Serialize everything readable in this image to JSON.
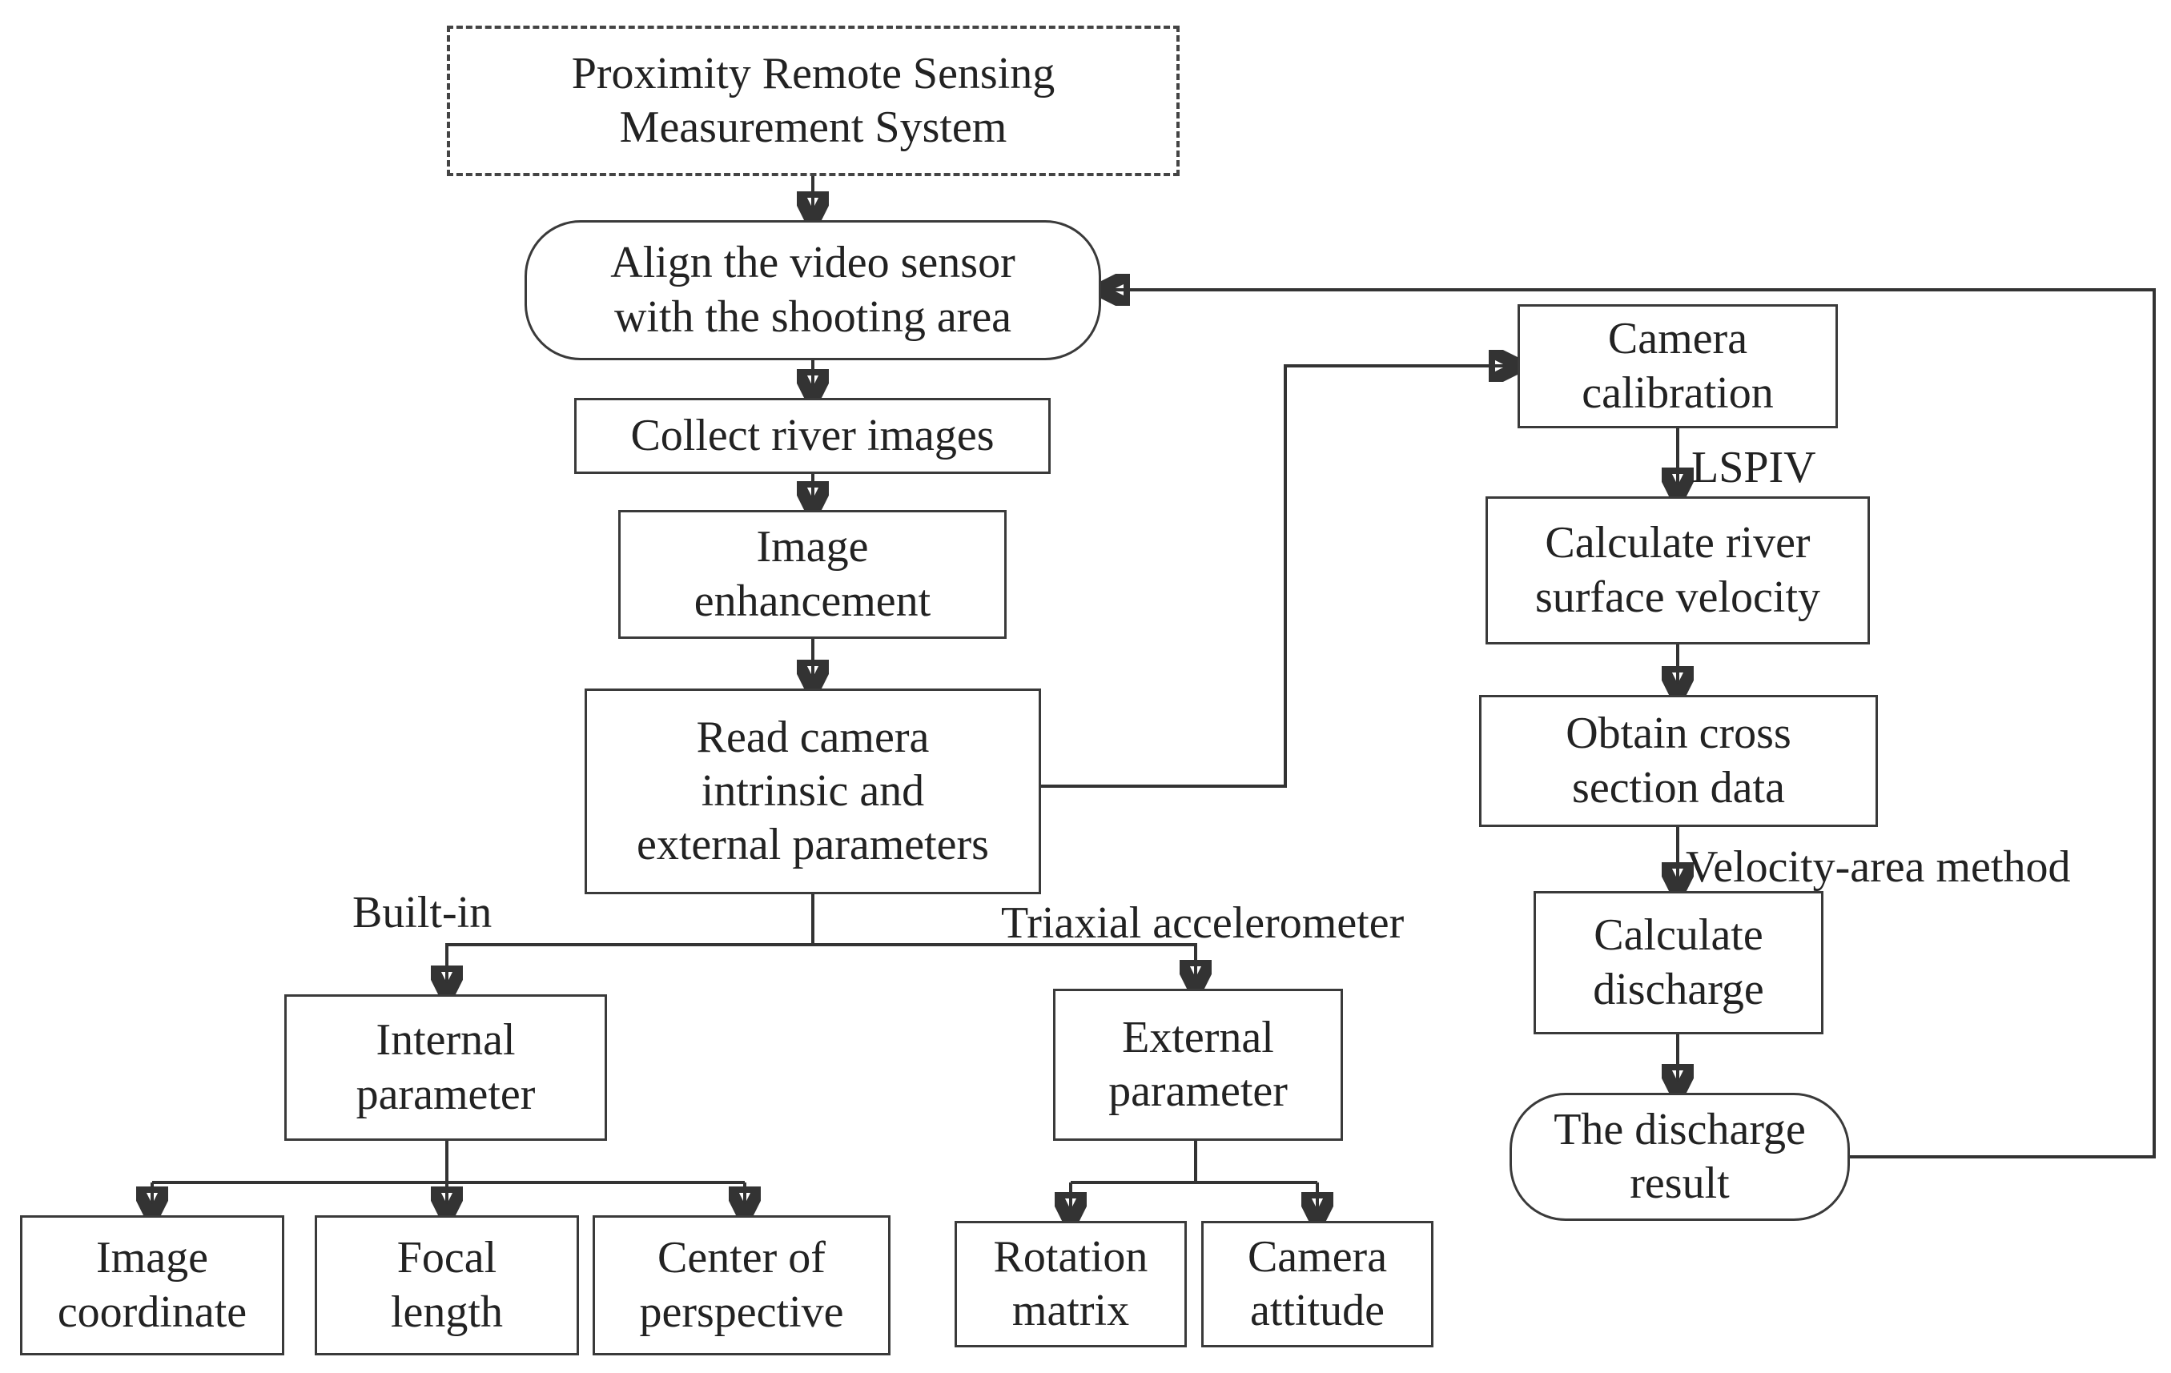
{
  "nodes": {
    "system": "Proximity Remote Sensing\nMeasurement System",
    "align": "Align the video sensor\nwith the shooting area",
    "collect": "Collect river images",
    "enhance": "Image\nenhancement",
    "read": "Read camera\nintrinsic and\nexternal parameters",
    "internal": "Internal\nparameter",
    "external": "External\nparameter",
    "image_coord": "Image\ncoordinate",
    "focal": "Focal\nlength",
    "center": "Center of\nperspective",
    "rotation": "Rotation\nmatrix",
    "attitude": "Camera\nattitude",
    "calibration": "Camera\ncalibration",
    "velocity": "Calculate river\nsurface velocity",
    "cross": "Obtain cross\nsection data",
    "discharge": "Calculate\ndischarge",
    "result": "The discharge\nresult"
  },
  "edge_labels": {
    "builtin": "Built-in",
    "triaxial": "Triaxial accelerometer",
    "lspiv": "LSPIV",
    "velocity_area": "Velocity-area method"
  },
  "colors": {
    "line": "#333333",
    "text": "#222222",
    "background": "#ffffff"
  }
}
